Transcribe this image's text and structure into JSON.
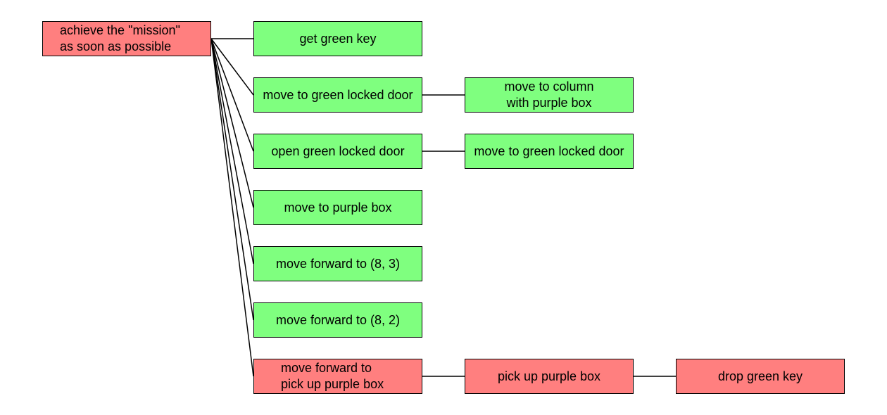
{
  "colors": {
    "completed": "#7fff7f",
    "pending": "#ff7f7f",
    "edge": "#000000"
  },
  "diagram": {
    "nodes": [
      {
        "id": "root",
        "label": "achieve the \"mission\"\nas soon as possible",
        "status": "pending",
        "col": 0,
        "row": 0,
        "align": "left"
      },
      {
        "id": "get-green-key",
        "label": "get green key",
        "status": "completed",
        "col": 1,
        "row": 0
      },
      {
        "id": "move-to-green-locked-door",
        "label": "move to green locked door",
        "status": "completed",
        "col": 1,
        "row": 1
      },
      {
        "id": "open-green-locked-door",
        "label": "open green locked door",
        "status": "completed",
        "col": 1,
        "row": 2
      },
      {
        "id": "move-to-purple-box",
        "label": "move to purple box",
        "status": "completed",
        "col": 1,
        "row": 3
      },
      {
        "id": "move-forward-8-3",
        "label": "move forward to (8, 3)",
        "status": "completed",
        "col": 1,
        "row": 4
      },
      {
        "id": "move-forward-8-2",
        "label": "move forward to (8, 2)",
        "status": "completed",
        "col": 1,
        "row": 5
      },
      {
        "id": "move-forward-pick-up",
        "label": "move forward to\npick up purple box",
        "status": "pending",
        "col": 1,
        "row": 6,
        "align": "left"
      },
      {
        "id": "move-to-column",
        "label": "move to column\nwith purple box",
        "status": "completed",
        "col": 2,
        "row": 1
      },
      {
        "id": "move-to-green-locked-door-2",
        "label": "move to green locked door",
        "status": "completed",
        "col": 2,
        "row": 2
      },
      {
        "id": "pick-up-purple-box",
        "label": "pick up purple box",
        "status": "pending",
        "col": 2,
        "row": 6
      },
      {
        "id": "drop-green-key",
        "label": "drop green key",
        "status": "pending",
        "col": 3,
        "row": 6
      }
    ],
    "edges": [
      [
        "root",
        "get-green-key"
      ],
      [
        "root",
        "move-to-green-locked-door"
      ],
      [
        "root",
        "open-green-locked-door"
      ],
      [
        "root",
        "move-to-purple-box"
      ],
      [
        "root",
        "move-forward-8-3"
      ],
      [
        "root",
        "move-forward-8-2"
      ],
      [
        "root",
        "move-forward-pick-up"
      ],
      [
        "move-to-green-locked-door",
        "move-to-column"
      ],
      [
        "open-green-locked-door",
        "move-to-green-locked-door-2"
      ],
      [
        "move-forward-pick-up",
        "pick-up-purple-box"
      ],
      [
        "pick-up-purple-box",
        "drop-green-key"
      ]
    ]
  }
}
